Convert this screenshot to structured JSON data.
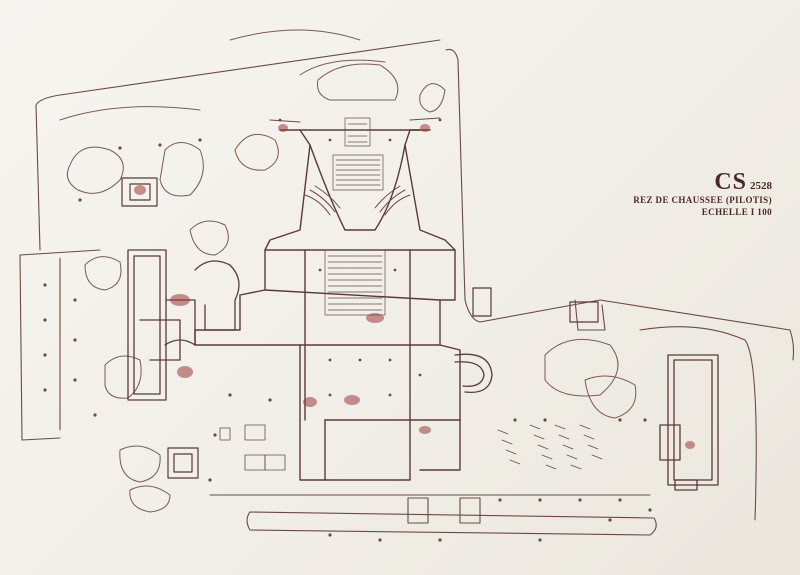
{
  "plan": {
    "code_main": "CS",
    "code_number": "2528",
    "title_line": "REZ DE CHAUSSEE (PILOTIS)",
    "scale_line": "ECHELLE I 100"
  },
  "colors": {
    "paper": "#f2efe8",
    "ink": "#5a3a36",
    "ink_light": "#8a6a64",
    "accent": "#9c3a3a"
  }
}
